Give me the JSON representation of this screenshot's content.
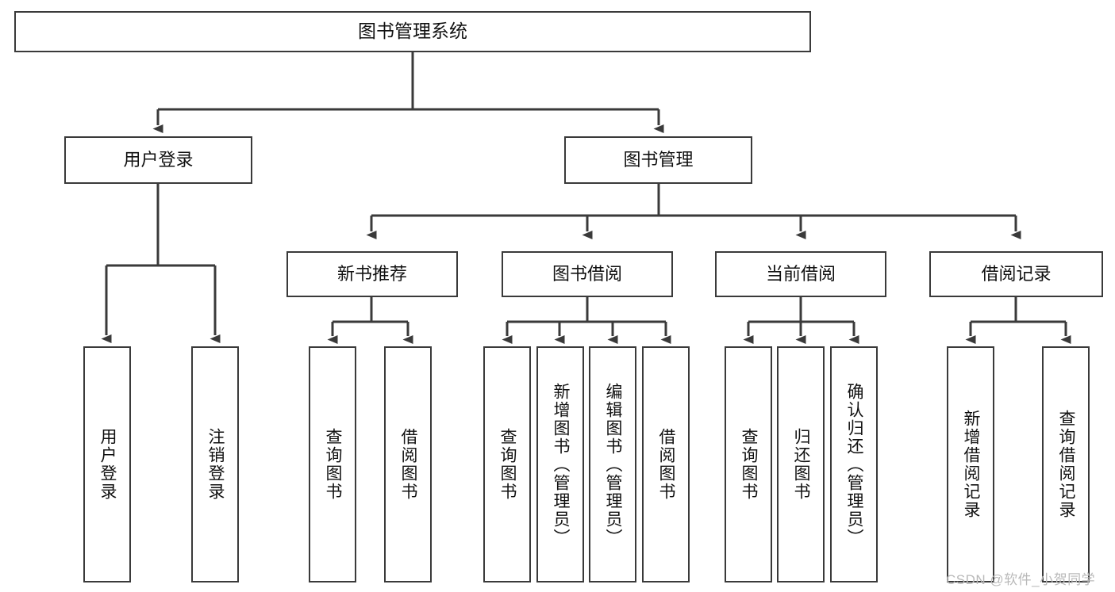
{
  "diagram": {
    "title": "图书管理系统",
    "type": "tree-hierarchy-diagram",
    "watermark": "CSDN @软件_小贺同学",
    "colors": {
      "background": "#ffffff",
      "box_border": "#3a3a3a",
      "box_fill": "#ffffff",
      "connector": "#3a3a3a",
      "text": "#111111",
      "watermark": "#b9b9b9"
    },
    "levels": {
      "level1": [
        "图书管理系统"
      ],
      "level2": [
        "用户登录",
        "图书管理"
      ],
      "level3": [
        "新书推荐",
        "图书借阅",
        "当前借阅",
        "借阅记录"
      ],
      "level4": [
        "用户登录",
        "注销登录",
        "查询图书",
        "借阅图书",
        "查询图书",
        "新增图书（管理员）",
        "编辑图书（管理员）",
        "借阅图书",
        "查询图书",
        "归还图书",
        "确认归还（管理员）",
        "新增借阅记录",
        "查询借阅记录"
      ]
    },
    "nodes": {
      "root": {
        "label": "图书管理系统"
      },
      "user_login": {
        "label": "用户登录"
      },
      "book_manage": {
        "label": "图书管理"
      },
      "new_book_rec": {
        "label": "新书推荐"
      },
      "book_borrow": {
        "label": "图书借阅"
      },
      "current_borrow": {
        "label": "当前借阅"
      },
      "borrow_record": {
        "label": "借阅记录"
      },
      "leaf_user_login": {
        "label": "用户登录"
      },
      "leaf_logout": {
        "label": "注销登录"
      },
      "leaf_query_book_1": {
        "label": "查询图书"
      },
      "leaf_borrow_book_1": {
        "label": "借阅图书"
      },
      "leaf_query_book_2": {
        "label": "查询图书"
      },
      "leaf_add_book": {
        "label": "新增图书（管理员）"
      },
      "leaf_edit_book": {
        "label": "编辑图书（管理员）"
      },
      "leaf_borrow_book_2": {
        "label": "借阅图书"
      },
      "leaf_query_book_3": {
        "label": "查询图书"
      },
      "leaf_return_book": {
        "label": "归还图书"
      },
      "leaf_confirm_return": {
        "label": "确认归还（管理员）"
      },
      "leaf_add_record": {
        "label": "新增借阅记录"
      },
      "leaf_query_record": {
        "label": "查询借阅记录"
      }
    }
  }
}
